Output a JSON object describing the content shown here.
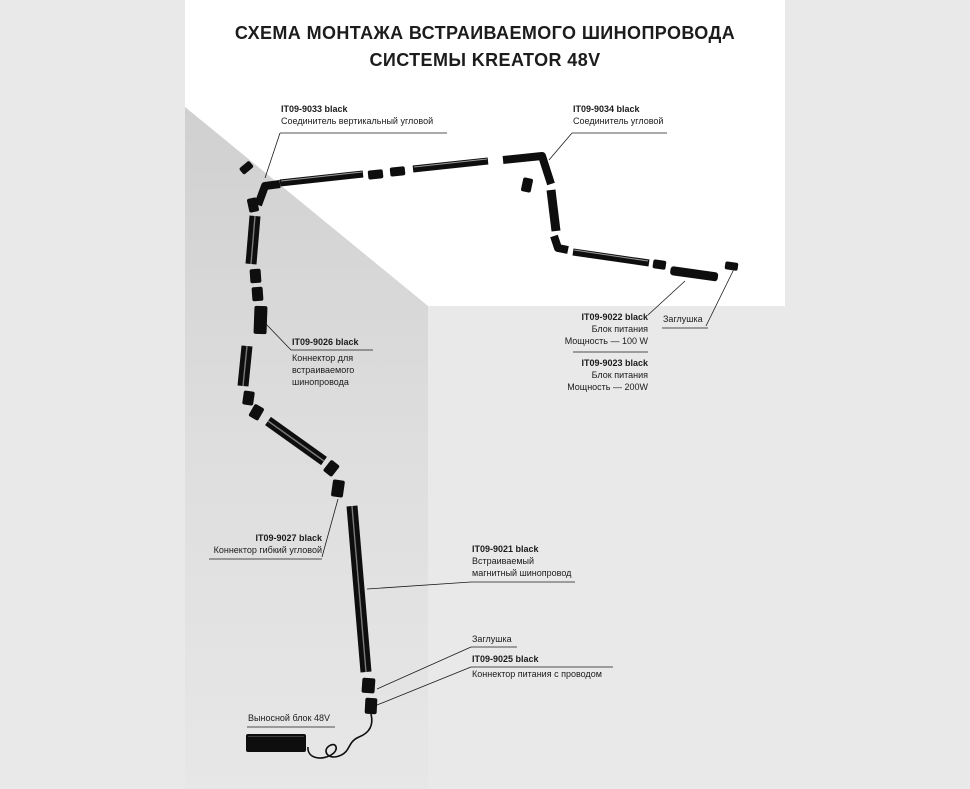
{
  "title": {
    "line1": "СХЕМА МОНТАЖА ВСТРАИВАЕМОГО ШИНОПРОВОДА",
    "line2": "СИСТЕМЫ KREATOR 48V"
  },
  "colors": {
    "track": "#0e0e0e",
    "background": "#e9e9e9",
    "ceiling": "#ffffff",
    "wall_top": "#d2d2d2",
    "wall_bottom": "#e6e6e6"
  },
  "labels": {
    "connector_vertical_corner": {
      "code": "IT09-9033 black",
      "lines": [
        "Соединитель вертикальный угловой"
      ]
    },
    "connector_corner": {
      "code": "IT09-9034 black",
      "lines": [
        "Соединитель угловой"
      ]
    },
    "psu_100": {
      "code": "IT09-9022 black",
      "lines": [
        "Блок питания",
        "Мощность — 100 W"
      ]
    },
    "psu_200": {
      "code": "IT09-9023 black",
      "lines": [
        "Блок питания",
        "Мощность — 200W"
      ]
    },
    "endcap_right": {
      "lines": [
        "Заглушка"
      ]
    },
    "recessed_connector": {
      "code": "IT09-9026 black",
      "lines": [
        "Коннектор  для",
        "встраиваемого",
        "шинопровода"
      ]
    },
    "flex_corner_connector": {
      "code": "IT09-9027 black",
      "lines": [
        "Коннектор гибкий угловой"
      ]
    },
    "track": {
      "code": "IT09-9021 black",
      "lines": [
        "Встраиваемый",
        "магнитный шинопровод"
      ]
    },
    "endcap_bottom": {
      "lines": [
        "Заглушка"
      ]
    },
    "power_connector": {
      "code": "IT09-9025 black",
      "lines": [
        "Коннектор питания с проводом"
      ]
    },
    "remote_block": {
      "lines": [
        "Выносной блок 48V"
      ]
    }
  }
}
